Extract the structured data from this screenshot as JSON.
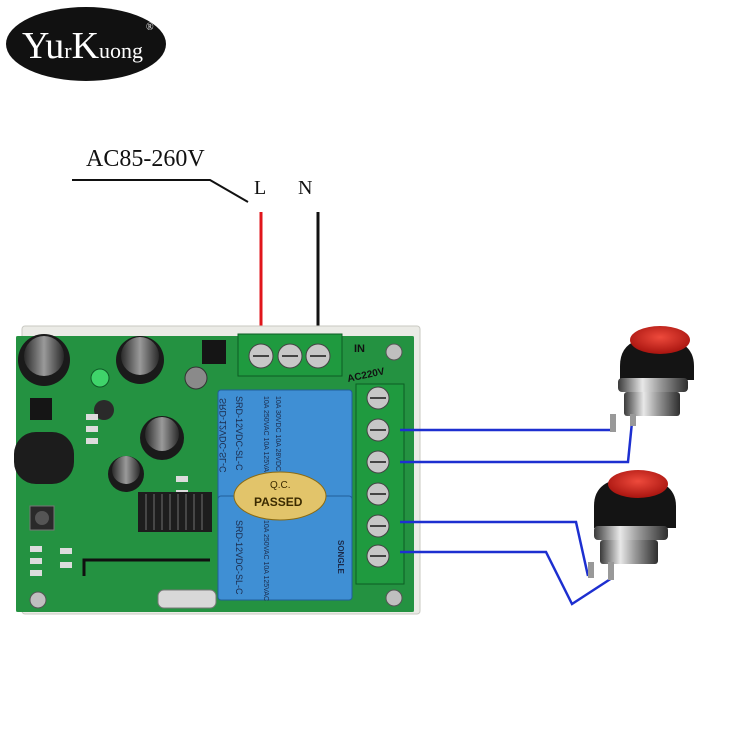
{
  "brand": {
    "logo_text_a": "Yu",
    "logo_text_b": "r",
    "logo_text_c": "K",
    "logo_text_d": "uong",
    "registered_mark": "®",
    "colors": {
      "logo_bg": "#111111",
      "logo_text": "#ffffff"
    }
  },
  "power": {
    "voltage_label": "AC85-260V",
    "live_label": "L",
    "neutral_label": "N",
    "colors": {
      "live_wire": "#e0151b",
      "neutral_wire": "#111111"
    }
  },
  "board": {
    "input_label": "IN",
    "ac_label": "AC220V",
    "relay_top_model": "SRD-12VDC-SL-C",
    "relay_top_rating_1": "10A 250VAC  10A 125VAC",
    "relay_top_rating_2": "10A 30VDC  10A 28VDC",
    "relay_bottom_model": "SRD-12VDC-SL-C",
    "relay_bottom_rating_1": "10A 250VAC  10A 125VAC",
    "relay_brand": "SONGLE",
    "qc_line_1": "Q.C.",
    "qc_line_2": "PASSED",
    "colors": {
      "pcb": "#1f8a3c",
      "relay": "#3f8fd4",
      "terminal": "#1f9a3f",
      "qc_label": "#e2c46a"
    }
  },
  "switches": {
    "colors": {
      "wire": "#1d2fd0",
      "cap": "#c8201c",
      "body": "#141414"
    }
  }
}
